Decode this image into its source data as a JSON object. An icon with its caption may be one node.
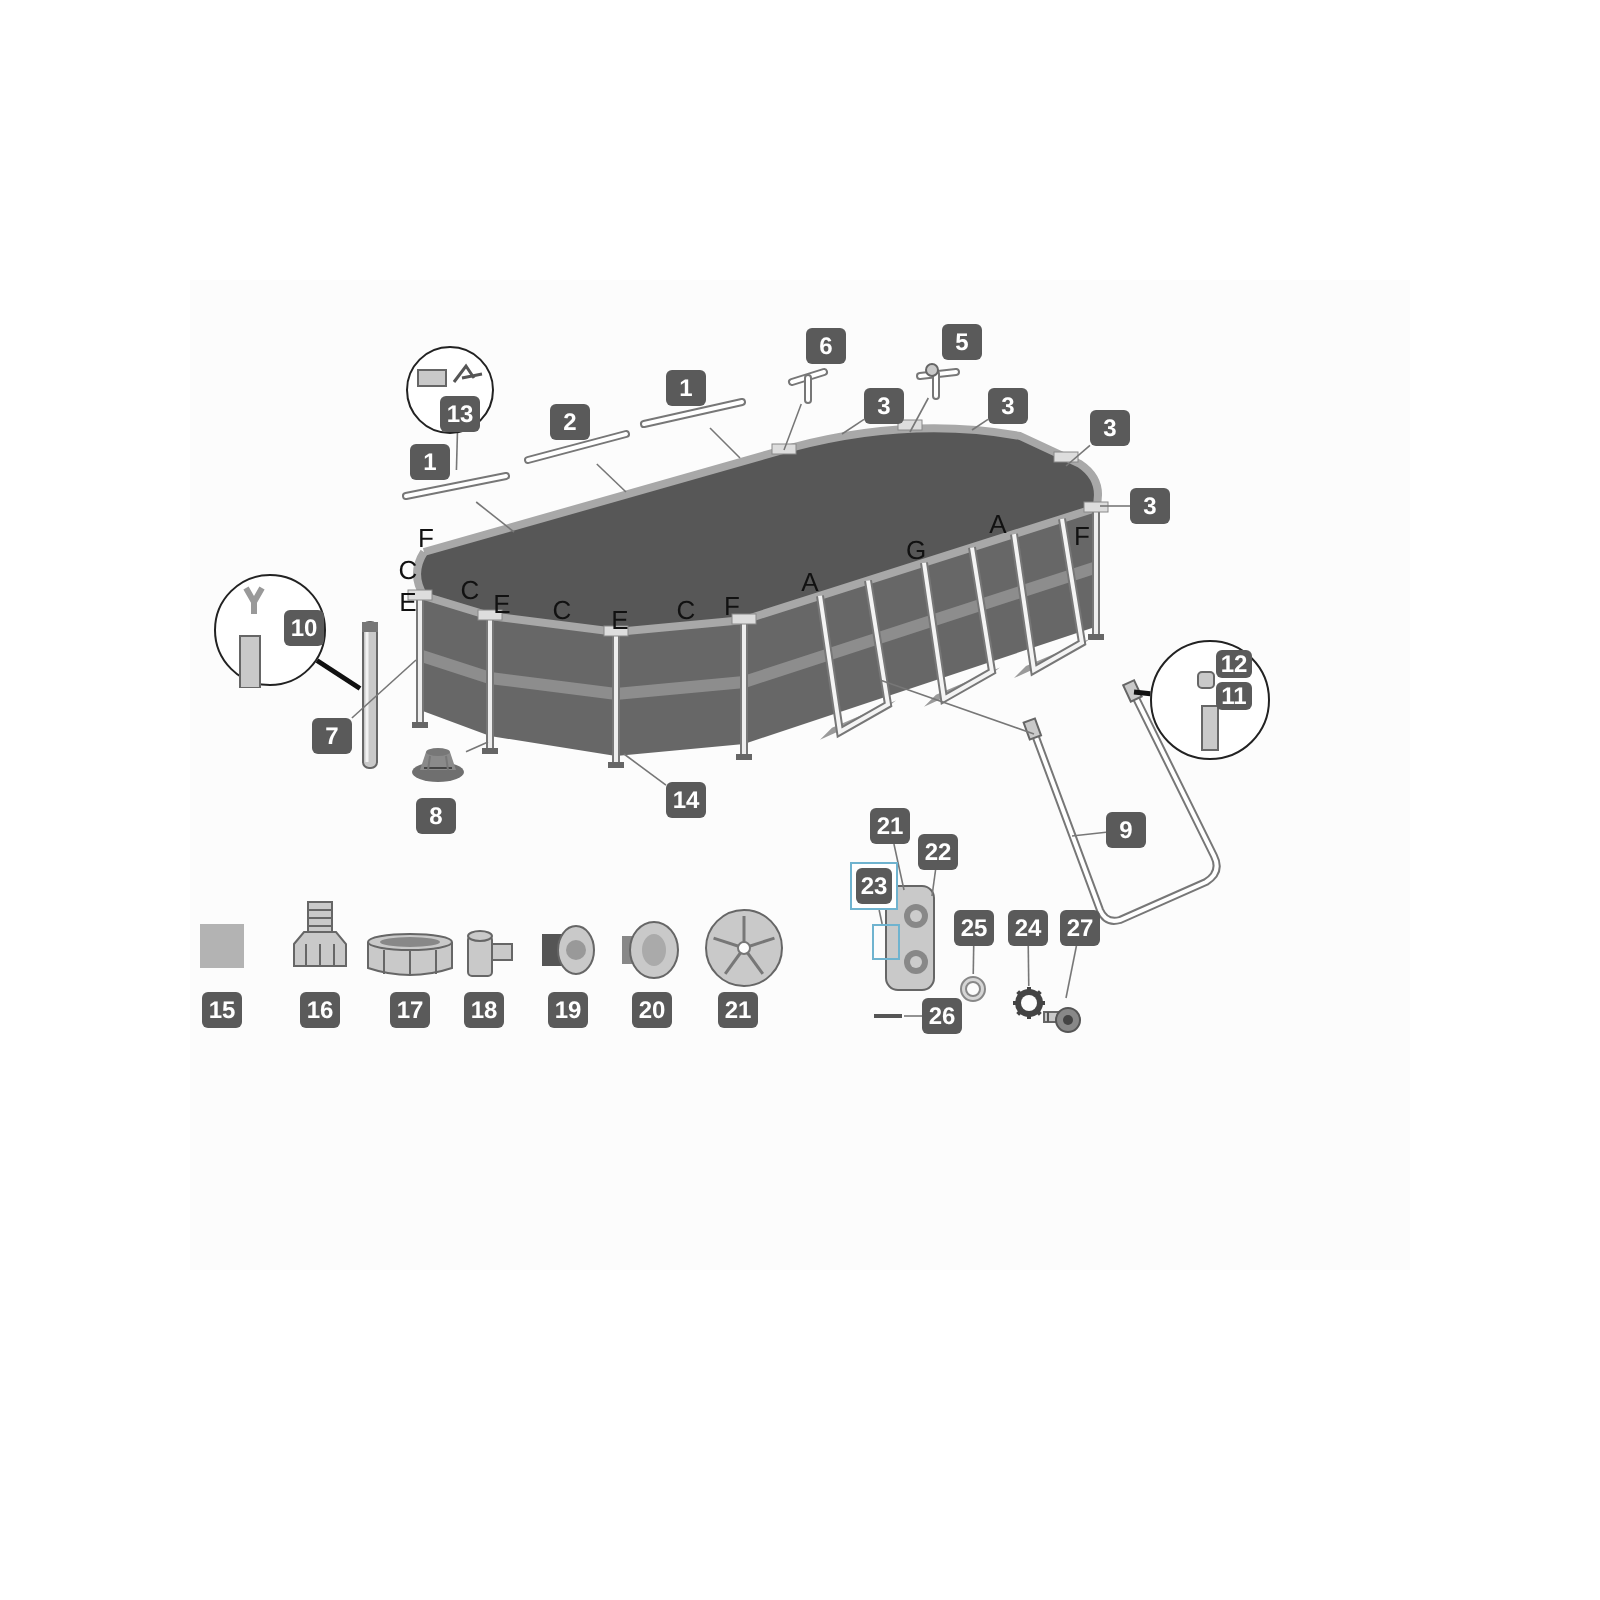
{
  "diagram": {
    "nodes": [
      {
        "text": [],
        "shape": "picture"
      },
      {
        "text": [
          "1"
        ]
      },
      {
        "text": [],
        "shape": "picture"
      },
      {
        "text": [],
        "shape": "circle"
      },
      {
        "text": [
          "13"
        ],
        "in": 3
      },
      {
        "text": [
          "2"
        ]
      },
      {
        "text": [],
        "shape": "picture"
      },
      {
        "text": [
          "1"
        ]
      },
      {
        "text": [],
        "shape": "picture"
      },
      {
        "text": [
          "6"
        ]
      },
      {
        "text": [],
        "shape": "picture"
      },
      {
        "text": [
          "5"
        ]
      },
      {
        "text": [],
        "shape": "picture"
      },
      {
        "text": [
          "3"
        ]
      },
      {
        "text": [
          "3"
        ]
      },
      {
        "text": [
          "3"
        ]
      },
      {
        "text": [
          "3"
        ]
      },
      {
        "text": [],
        "shape": "circle"
      },
      {
        "text": [
          "10"
        ],
        "in": 17
      },
      {
        "text": [],
        "shape": "picture"
      },
      {
        "text": [
          "7"
        ]
      },
      {
        "text": [
          "14"
        ]
      },
      {
        "text": [],
        "shape": "picture"
      },
      {
        "text": [
          "8"
        ]
      },
      {
        "text": [],
        "shape": "picture"
      },
      {
        "text": [
          "9"
        ],
        "in": 24
      },
      {
        "text": [],
        "shape": "circle"
      },
      {
        "text": [
          "12"
        ],
        "in": 26
      },
      {
        "text": [
          "11"
        ],
        "in": 26
      },
      {
        "text": [],
        "shape": "box"
      },
      {
        "text": [
          "15"
        ]
      },
      {
        "text": [],
        "shape": "picture"
      },
      {
        "text": [
          "16"
        ]
      },
      {
        "text": [],
        "shape": "picture"
      },
      {
        "text": [
          "17"
        ]
      },
      {
        "text": [],
        "shape": "picture"
      },
      {
        "text": [
          "18"
        ]
      },
      {
        "text": [],
        "shape": "picture"
      },
      {
        "text": [
          "19"
        ]
      },
      {
        "text": [],
        "shape": "picture"
      },
      {
        "text": [
          "20"
        ]
      },
      {
        "text": [],
        "shape": "picture"
      },
      {
        "text": [
          "21"
        ]
      },
      {
        "text": [],
        "shape": "picture"
      },
      {
        "text": [
          "21"
        ]
      },
      {
        "text": [
          "22"
        ]
      },
      {
        "text": [
          "23"
        ]
      },
      {
        "text": [],
        "shape": "box"
      },
      {
        "text": [
          "25"
        ]
      },
      {
        "text": [],
        "shape": "picture"
      },
      {
        "text": [
          "24"
        ]
      },
      {
        "text": [],
        "shape": "picture"
      },
      {
        "text": [
          "27"
        ]
      },
      {
        "text": [],
        "shape": "picture"
      },
      {
        "text": [
          "26"
        ]
      },
      {
        "text": [],
        "shape": "picture"
      }
    ],
    "edges": [
      {
        "from": 4,
        "to": 2,
        "arrow": "none"
      },
      {
        "from": 2,
        "to": 0,
        "arrow": "none"
      },
      {
        "from": 6,
        "to": 0,
        "arrow": "none"
      },
      {
        "from": 8,
        "to": 0,
        "arrow": "none"
      },
      {
        "from": 10,
        "to": 0,
        "arrow": "none"
      },
      {
        "from": 12,
        "to": 0,
        "arrow": "none"
      },
      {
        "from": 13,
        "to": 0,
        "arrow": "none"
      },
      {
        "from": 14,
        "to": 0,
        "arrow": "none"
      },
      {
        "from": 15,
        "to": 0,
        "arrow": "none"
      },
      {
        "from": 16,
        "to": 0,
        "arrow": "none"
      },
      {
        "from": 17,
        "to": 19,
        "arrow": "none",
        "style": "thick",
        "color": "#111111"
      },
      {
        "from": 20,
        "to": 0,
        "arrow": "none"
      },
      {
        "from": 21,
        "to": 0,
        "arrow": "none"
      },
      {
        "from": 22,
        "to": 0,
        "arrow": "none"
      },
      {
        "from": 24,
        "to": 0,
        "arrow": "none"
      },
      {
        "from": 25,
        "to": 24,
        "arrow": "none"
      },
      {
        "from": 26,
        "to": 24,
        "arrow": "none",
        "style": "thick",
        "color": "#111111"
      },
      {
        "from": 44,
        "to": 43,
        "arrow": "none"
      },
      {
        "from": 45,
        "to": 43,
        "arrow": "none"
      },
      {
        "from": 46,
        "to": 47,
        "arrow": "none"
      },
      {
        "from": 48,
        "to": 49,
        "arrow": "none"
      },
      {
        "from": 50,
        "to": 51,
        "arrow": "none"
      },
      {
        "from": 52,
        "to": 53,
        "arrow": "none"
      },
      {
        "from": 54,
        "to": 55,
        "arrow": "none"
      }
    ],
    "labels": [
      "F",
      "C",
      "E",
      "C",
      "E",
      "C",
      "E",
      "C",
      "F",
      "A",
      "G",
      "A",
      "F"
    ]
  }
}
